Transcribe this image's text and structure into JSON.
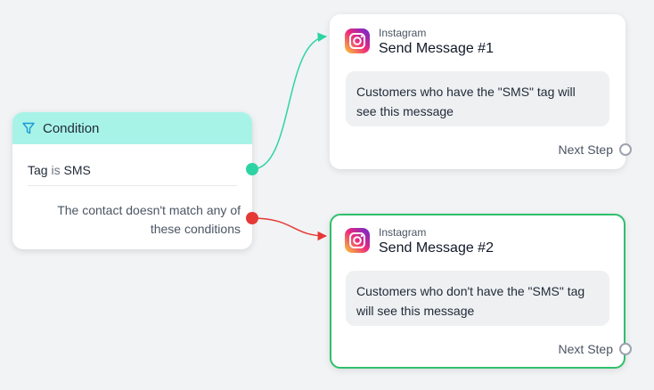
{
  "colors": {
    "condition_header": "#a8f3e8",
    "match_port": "#2dd4a3",
    "else_port": "#e53935",
    "selected_border": "#2fc06b",
    "instagram_gradient": [
      "#f9ce34",
      "#ee2a7b",
      "#6228d7"
    ]
  },
  "condition": {
    "icon": "filter-icon",
    "title": "Condition",
    "rule": {
      "field": "Tag",
      "operator": "is",
      "value": "SMS"
    },
    "else_text": "The contact doesn't match any of these conditions"
  },
  "messages": [
    {
      "platform": "Instagram",
      "icon": "instagram-icon",
      "title": "Send Message #1",
      "body": "Customers who have the \"SMS\" tag will see this message",
      "next_step": "Next Step",
      "selected": false
    },
    {
      "platform": "Instagram",
      "icon": "instagram-icon",
      "title": "Send Message #2",
      "body": "Customers who don't have the \"SMS\" tag will see this message",
      "next_step": "Next Step",
      "selected": true
    }
  ]
}
